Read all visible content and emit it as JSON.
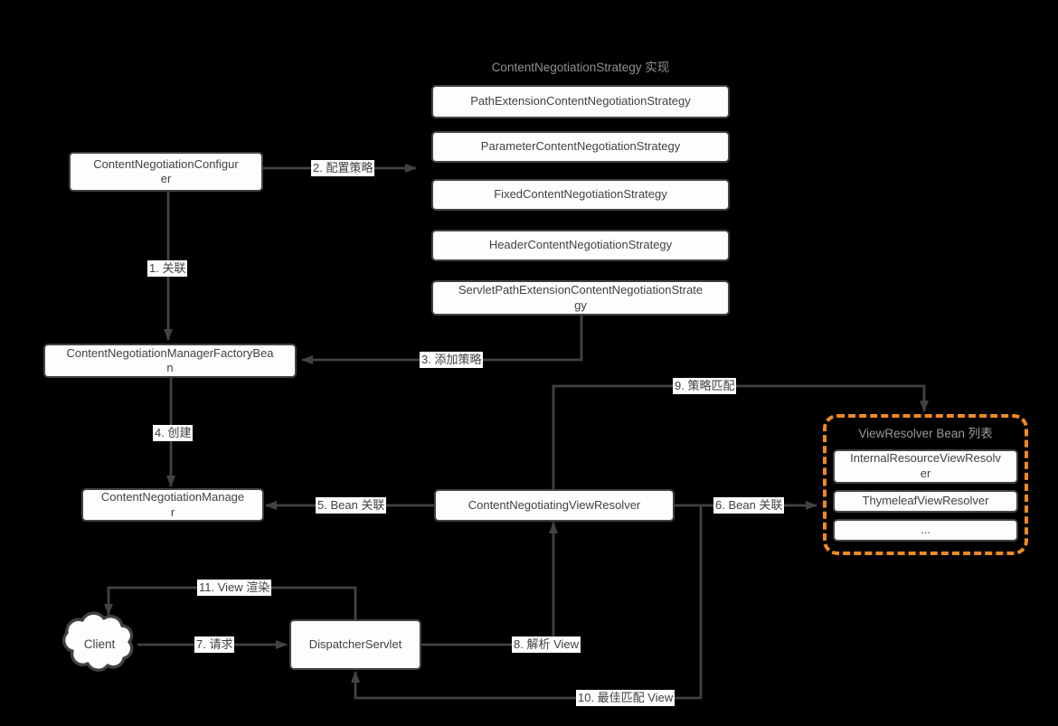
{
  "diagram": {
    "strategy_group": {
      "title": "ContentNegotiationStrategy 实现",
      "items": [
        "PathExtensionContentNegotiationStrategy",
        "ParameterContentNegotiationStrategy",
        "FixedContentNegotiationStrategy",
        "HeaderContentNegotiationStrategy",
        "ServletPathExtensionContentNegotiationStrategy"
      ]
    },
    "nodes": {
      "configurer": "ContentNegotiationConfigurer",
      "factory_bean": "ContentNegotiationManagerFactoryBean",
      "manager": "ContentNegotiationManager",
      "negotiating_view_resolver": "ContentNegotiatingViewResolver",
      "dispatcher_servlet": "DispatcherServlet",
      "client": "Client"
    },
    "resolver_group": {
      "title": "ViewResolver Bean 列表",
      "items": [
        "InternalResourceViewResolver",
        "ThymeleafViewResolver",
        "..."
      ]
    },
    "edges": {
      "e1": "1. 关联",
      "e2": "2. 配置策略",
      "e3": "3. 添加策略",
      "e4": "4. 创建",
      "e5": "5. Bean 关联",
      "e6": "6. Bean 关联",
      "e7": "7. 请求",
      "e8": "8. 解析 View",
      "e9": "9. 策略匹配",
      "e10": "10. 最佳匹配 View",
      "e11": "11. View 渲染"
    },
    "colors": {
      "background": "#000000",
      "node_fill": "#fdfdfd",
      "node_border": "#424242",
      "connector": "#424242",
      "muted_title": "#8f8f8f",
      "accent_orange": "#ef8a1f"
    }
  }
}
